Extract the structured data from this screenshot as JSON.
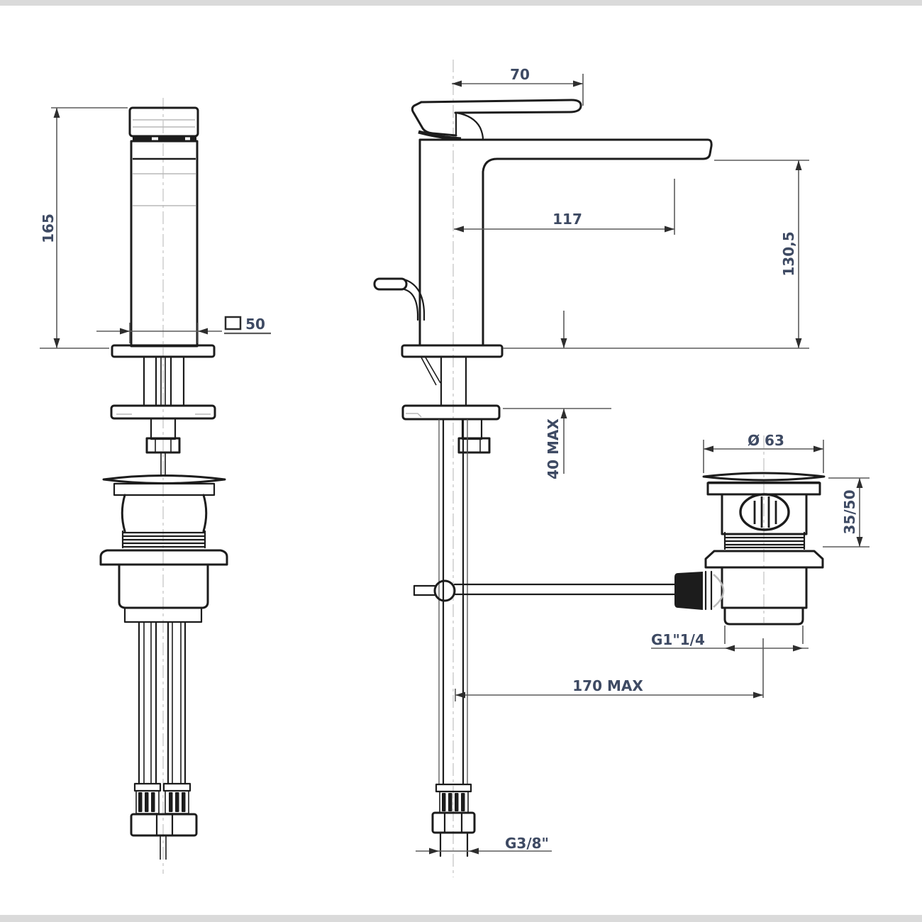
{
  "drawing": {
    "background": "#ffffff",
    "colors": {
      "object_line": "#1c1c1c",
      "dimension_line": "#5b5b5b",
      "arrow": "#2e2e2e",
      "centerline": "#cdcdcd",
      "detail_line": "#b9b9b9",
      "dimension_text": "#3e4a63"
    },
    "views": {
      "side_view": {
        "description": "faucet side view with supply hoses and waste",
        "dimensions": {
          "body_height": "165",
          "body_width_symbol": "□",
          "body_width": "50"
        }
      },
      "front_view": {
        "description": "faucet front view with pop-up rod",
        "dimensions": {
          "handle_length": "70",
          "spout_reach": "117",
          "spout_height": "130,5",
          "deck_thickness": "40 MAX",
          "rod_length": "170 MAX",
          "supply_thread": "G3/8\""
        }
      },
      "drain_view": {
        "description": "pop-up waste detail",
        "dimensions": {
          "flange_diameter": "Ø 63",
          "adjustment_height": "35/50",
          "waste_thread": "G1\"1/4"
        }
      }
    }
  }
}
